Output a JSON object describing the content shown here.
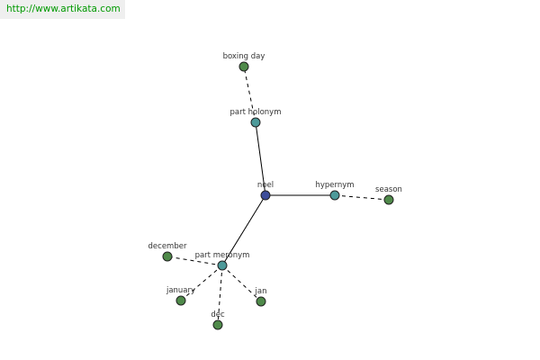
{
  "watermark": "http://www.artikata.com",
  "colors": {
    "center": "#3d4d9a",
    "relation": "#4d9a9a",
    "leaf": "#4f8a4a",
    "edge": "#000000"
  },
  "graph": {
    "nodes": [
      {
        "id": "noel",
        "label": "noel",
        "kind": "center"
      },
      {
        "id": "part-holonym",
        "label": "part holonym",
        "kind": "relation"
      },
      {
        "id": "boxing-day",
        "label": "boxing day",
        "kind": "leaf"
      },
      {
        "id": "hypernym",
        "label": "hypernym",
        "kind": "relation"
      },
      {
        "id": "season",
        "label": "season",
        "kind": "leaf"
      },
      {
        "id": "part-meronym",
        "label": "part meronym",
        "kind": "relation"
      },
      {
        "id": "december",
        "label": "december",
        "kind": "leaf"
      },
      {
        "id": "january",
        "label": "january",
        "kind": "leaf"
      },
      {
        "id": "dec",
        "label": "dec",
        "kind": "leaf"
      },
      {
        "id": "jan",
        "label": "jan",
        "kind": "leaf"
      }
    ],
    "edges": [
      {
        "from": "noel",
        "to": "part-holonym",
        "style": "solid"
      },
      {
        "from": "noel",
        "to": "hypernym",
        "style": "solid"
      },
      {
        "from": "noel",
        "to": "part-meronym",
        "style": "solid"
      },
      {
        "from": "part-holonym",
        "to": "boxing-day",
        "style": "dashed"
      },
      {
        "from": "hypernym",
        "to": "season",
        "style": "dashed"
      },
      {
        "from": "part-meronym",
        "to": "december",
        "style": "dashed"
      },
      {
        "from": "part-meronym",
        "to": "january",
        "style": "dashed"
      },
      {
        "from": "part-meronym",
        "to": "dec",
        "style": "dashed"
      },
      {
        "from": "part-meronym",
        "to": "jan",
        "style": "dashed"
      }
    ]
  }
}
